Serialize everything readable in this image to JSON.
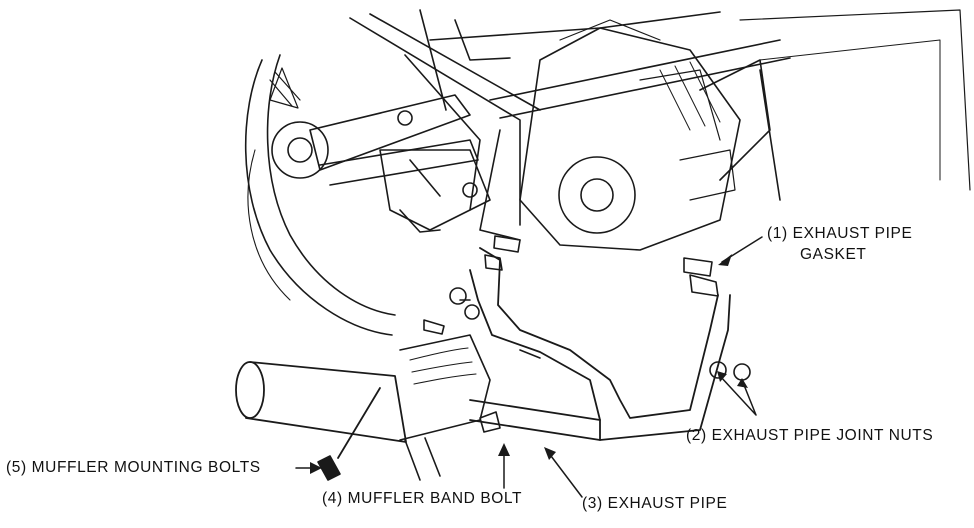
{
  "callouts": {
    "exhaust_pipe_gasket_line1": "(1) EXHAUST PIPE",
    "exhaust_pipe_gasket_line2": "GASKET",
    "exhaust_pipe_joint_nuts": "(2) EXHAUST PIPE JOINT NUTS",
    "exhaust_pipe": "(3) EXHAUST PIPE",
    "muffler_band_bolt": "(4) MUFFLER BAND BOLT",
    "muffler_mounting_bolts": "(5) MUFFLER MOUNTING BOLTS"
  }
}
